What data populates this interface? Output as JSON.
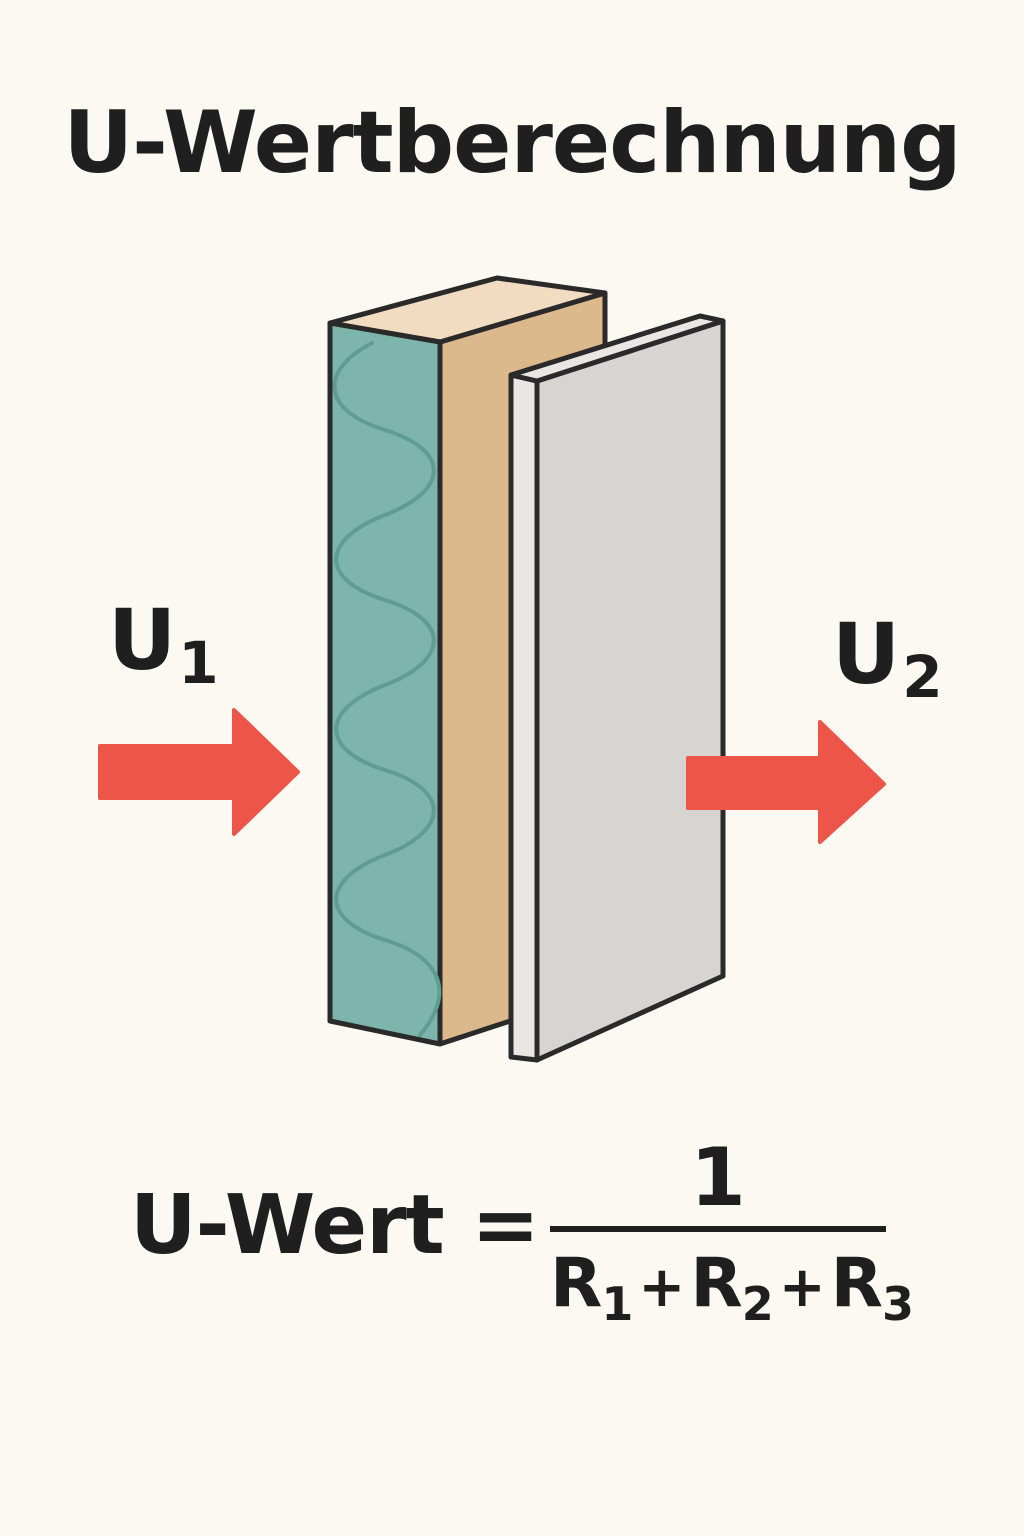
{
  "title": "U-Wertberechnung",
  "labels": {
    "u1_main": "U",
    "u1_sub": "1",
    "u2_main": "U",
    "u2_sub": "2"
  },
  "formula": {
    "lhs": "U-Wert =",
    "numerator": "1",
    "terms": [
      {
        "main": "R",
        "sub": "1"
      },
      {
        "main": "R",
        "sub": "2"
      },
      {
        "main": "R",
        "sub": "3"
      }
    ],
    "operator": "+"
  },
  "colors": {
    "background": "#fcf8f2",
    "insulation": "#7db5ac",
    "wood": "#dbb98d",
    "wood_top": "#f1dcc2",
    "board": "#d7d5d1",
    "board_edge": "#e9e7e3",
    "arrow": "#ec5548",
    "outline": "#2a2a2a"
  }
}
